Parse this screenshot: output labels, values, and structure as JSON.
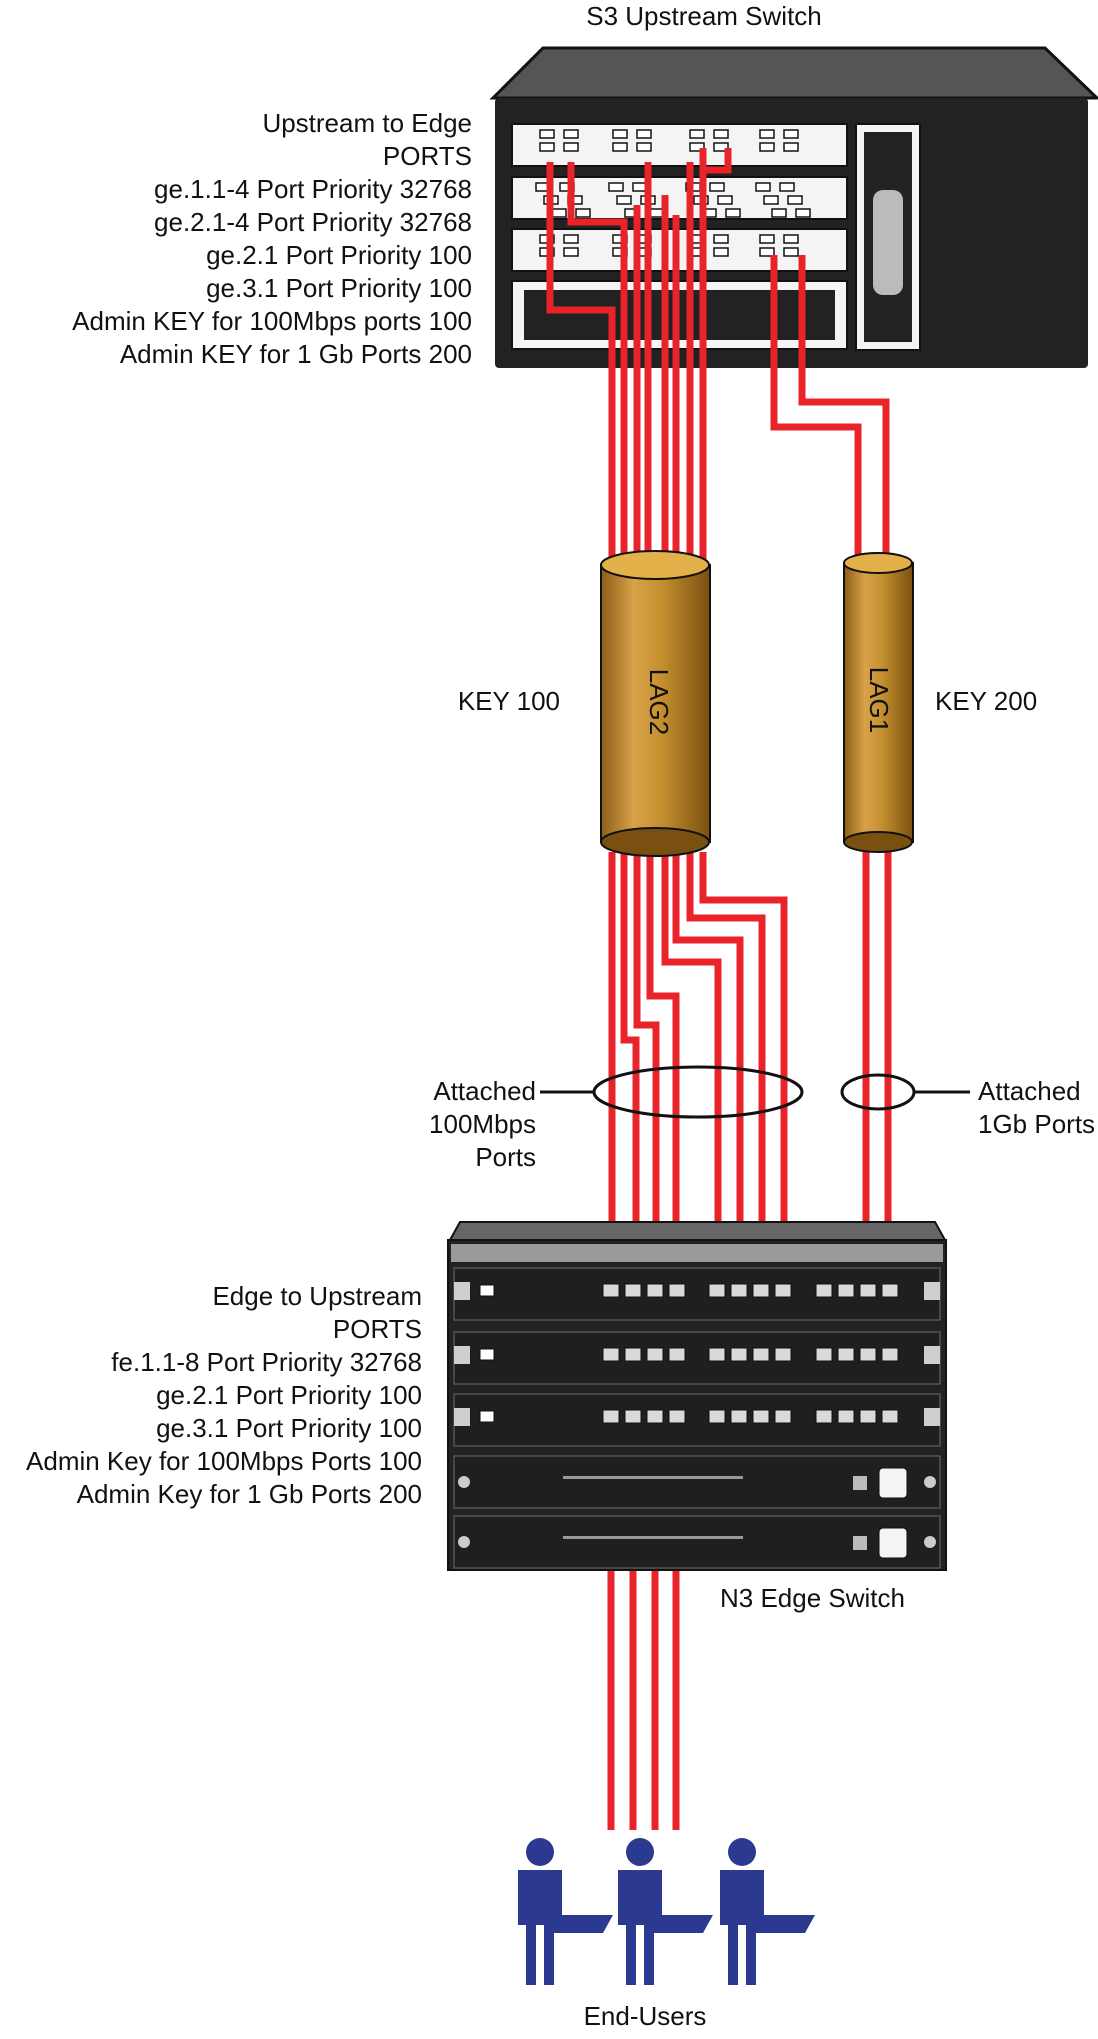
{
  "upstream_switch": {
    "title": "S3 Upstream Switch",
    "labels": [
      "Upstream to Edge",
      "PORTS",
      "ge.1.1-4 Port Priority 32768",
      "ge.2.1-4 Port Priority 32768",
      "ge.2.1 Port Priority 100",
      "ge.3.1 Port Priority 100",
      "Admin KEY for 100Mbps ports 100",
      "Admin KEY for 1 Gb Ports 200"
    ]
  },
  "lags": [
    {
      "name": "LAG2",
      "key_label": "KEY 100"
    },
    {
      "name": "LAG1",
      "key_label": "KEY 200"
    }
  ],
  "attached": {
    "left": [
      "Attached",
      "100Mbps",
      "Ports"
    ],
    "right": [
      "Attached",
      "1Gb Ports"
    ]
  },
  "edge_switch": {
    "title": "N3 Edge Switch",
    "labels": [
      "Edge to Upstream",
      "PORTS",
      "fe.1.1-8 Port Priority 32768",
      "ge.2.1 Port Priority 100",
      "ge.3.1 Port Priority 100",
      "Admin Key for 100Mbps Ports 100",
      "Admin Key for 1 Gb Ports 200"
    ]
  },
  "end_users": {
    "label": "End-Users"
  },
  "colors": {
    "cable": "#e8232a",
    "lag_body": "#c4902f",
    "lag_top": "#e3b04a",
    "switch_dark": "#222222",
    "user": "#2b3990"
  }
}
